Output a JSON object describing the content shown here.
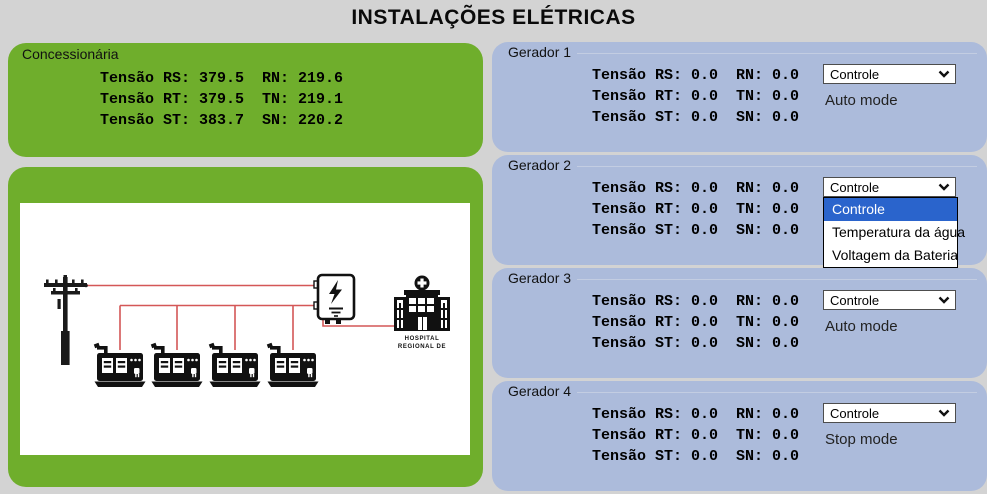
{
  "title": "INSTALAÇÕES ELÉTRICAS",
  "colors": {
    "background": "#d3d3d3",
    "panel_green": "#6fae2c",
    "panel_blue": "#acbbdb",
    "option_highlight": "#2a64cc",
    "wire_red": "#d45757"
  },
  "concessionaria": {
    "label": "Concessionária",
    "rows": [
      "Tensão RS: 379.5  RN: 219.6",
      "Tensão RT: 379.5  TN: 219.1",
      "Tensão ST: 383.7  SN: 220.2"
    ]
  },
  "diagram": {
    "hospital_name_line1": "HOSPITAL",
    "hospital_name_line2": "REGIONAL DE"
  },
  "generators": [
    {
      "label": "Gerador 1",
      "rows": [
        "Tensão RS: 0.0  RN: 0.0",
        "Tensão RT: 0.0  TN: 0.0",
        "Tensão ST: 0.0  SN: 0.0"
      ],
      "select_value": "Controle",
      "mode": "Auto mode"
    },
    {
      "label": "Gerador 2",
      "rows": [
        "Tensão RS: 0.0  RN: 0.0",
        "Tensão RT: 0.0  TN: 0.0",
        "Tensão ST: 0.0  SN: 0.0"
      ],
      "select_value": "Controle",
      "mode": "",
      "dropdown_open": true,
      "options": [
        "Controle",
        "Temperatura da água",
        "Voltagem da Bateria"
      ],
      "selected_option": "Controle"
    },
    {
      "label": "Gerador 3",
      "rows": [
        "Tensão RS: 0.0  RN: 0.0",
        "Tensão RT: 0.0  TN: 0.0",
        "Tensão ST: 0.0  SN: 0.0"
      ],
      "select_value": "Controle",
      "mode": "Auto mode"
    },
    {
      "label": "Gerador 4",
      "rows": [
        "Tensão RS: 0.0  RN: 0.0",
        "Tensão RT: 0.0  TN: 0.0",
        "Tensão ST: 0.0  SN: 0.0"
      ],
      "select_value": "Controle",
      "mode": "Stop mode"
    }
  ]
}
